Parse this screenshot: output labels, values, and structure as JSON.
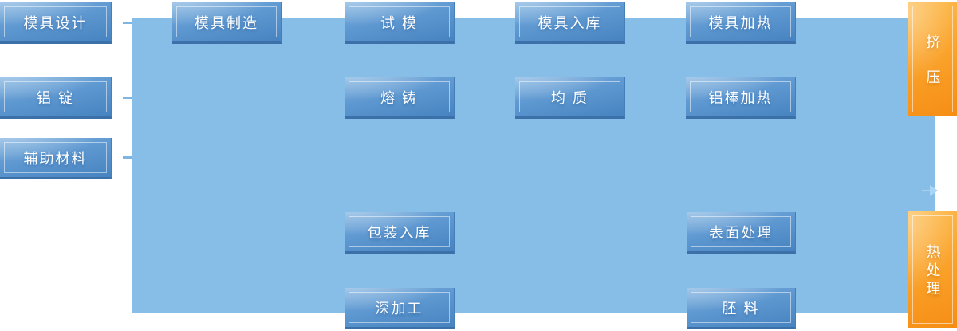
{
  "palette": {
    "panel_blue": "#87BEE8",
    "box_blue_top": "#79AEDE",
    "box_blue_bottom": "#4683C0",
    "box_edge_blue": "#3C70A9",
    "tab_orange_top": "#FDBA4B",
    "tab_orange_bottom": "#F68D14",
    "connector_blue": "#7FB5E3",
    "text_color": "#FFFFFF"
  },
  "source_boxes": [
    {
      "id": "mold-design",
      "label": "模具设计"
    },
    {
      "id": "aluminum-ingot",
      "label": "铝 锭"
    },
    {
      "id": "auxiliary-materials",
      "label": "辅助材料"
    }
  ],
  "process_boxes": [
    {
      "id": "mold-manufacturing",
      "label": "模具制造"
    },
    {
      "id": "mold-trial",
      "label": "试 模"
    },
    {
      "id": "mold-storage",
      "label": "模具入库"
    },
    {
      "id": "mold-heating",
      "label": "模具加热"
    },
    {
      "id": "melting-casting",
      "label": "熔 铸"
    },
    {
      "id": "homogenizing",
      "label": "均 质"
    },
    {
      "id": "aluminum-bar-heating",
      "label": "铝棒加热"
    },
    {
      "id": "packing-storage",
      "label": "包装入库"
    },
    {
      "id": "surface-treatment",
      "label": "表面处理"
    },
    {
      "id": "deep-processing",
      "label": "深加工"
    },
    {
      "id": "billet",
      "label": "胚 料"
    }
  ],
  "side_tabs": [
    {
      "id": "extrusion",
      "label": "挤压"
    },
    {
      "id": "heat-treatment",
      "label": "热处理"
    }
  ]
}
